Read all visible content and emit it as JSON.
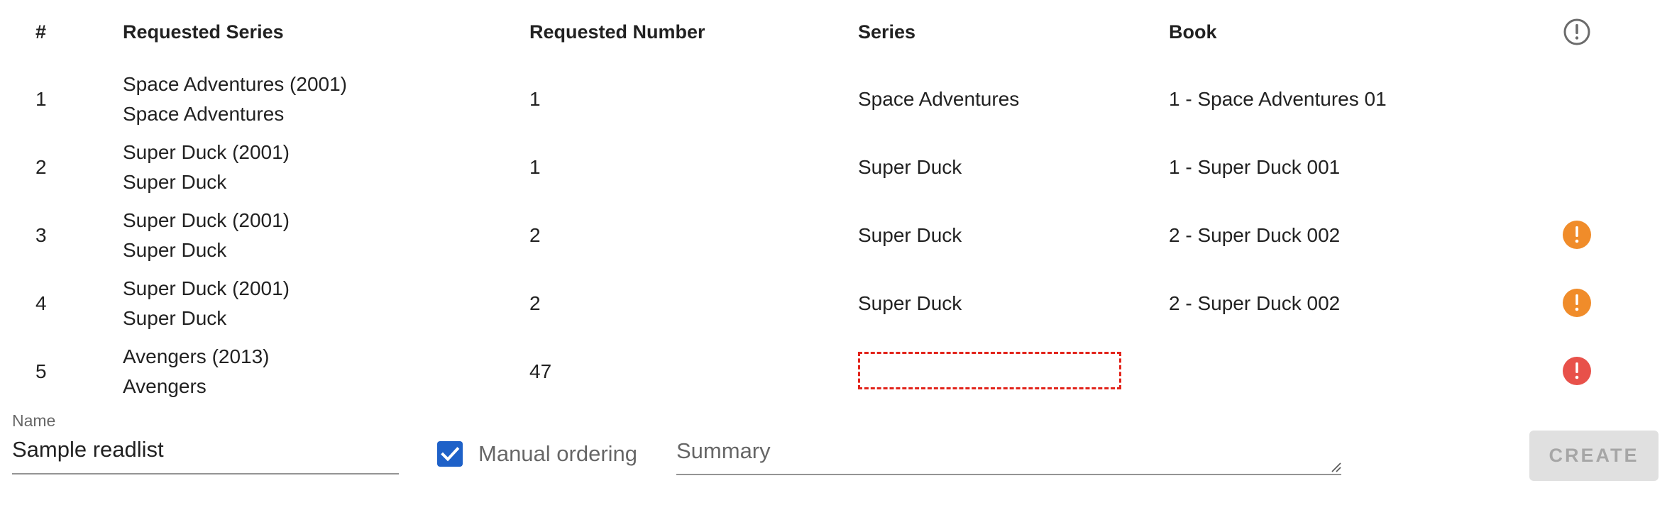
{
  "table": {
    "headers": {
      "index": "#",
      "requested_series": "Requested Series",
      "requested_number": "Requested Number",
      "series": "Series",
      "book": "Book",
      "status_icon": "info-circle-icon"
    },
    "rows": [
      {
        "index": "1",
        "requested_series_line1": "Space Adventures (2001)",
        "requested_series_line2": "Space Adventures",
        "requested_number": "1",
        "series": "Space Adventures",
        "book": "1 - Space Adventures 01",
        "status": "none"
      },
      {
        "index": "2",
        "requested_series_line1": "Super Duck (2001)",
        "requested_series_line2": "Super Duck",
        "requested_number": "1",
        "series": "Super Duck",
        "book": "1 - Super Duck 001",
        "status": "none"
      },
      {
        "index": "3",
        "requested_series_line1": "Super Duck (2001)",
        "requested_series_line2": "Super Duck",
        "requested_number": "2",
        "series": "Super Duck",
        "book": "2 - Super Duck 002",
        "status": "warning"
      },
      {
        "index": "4",
        "requested_series_line1": "Super Duck (2001)",
        "requested_series_line2": "Super Duck",
        "requested_number": "2",
        "series": "Super Duck",
        "book": "2 - Super Duck 002",
        "status": "warning"
      },
      {
        "index": "5",
        "requested_series_line1": "Avengers (2013)",
        "requested_series_line2": "Avengers",
        "requested_number": "47",
        "series": "",
        "book": "",
        "status": "error"
      }
    ]
  },
  "form": {
    "name_label": "Name",
    "name_value": "Sample readlist",
    "manual_ordering_label": "Manual ordering",
    "manual_ordering_checked": true,
    "summary_placeholder": "Summary",
    "create_label": "CREATE"
  },
  "colors": {
    "warning": "#f08c2a",
    "error": "#e8514a",
    "checkbox": "#1e61c8",
    "missing_series_border": "#e2231a"
  }
}
